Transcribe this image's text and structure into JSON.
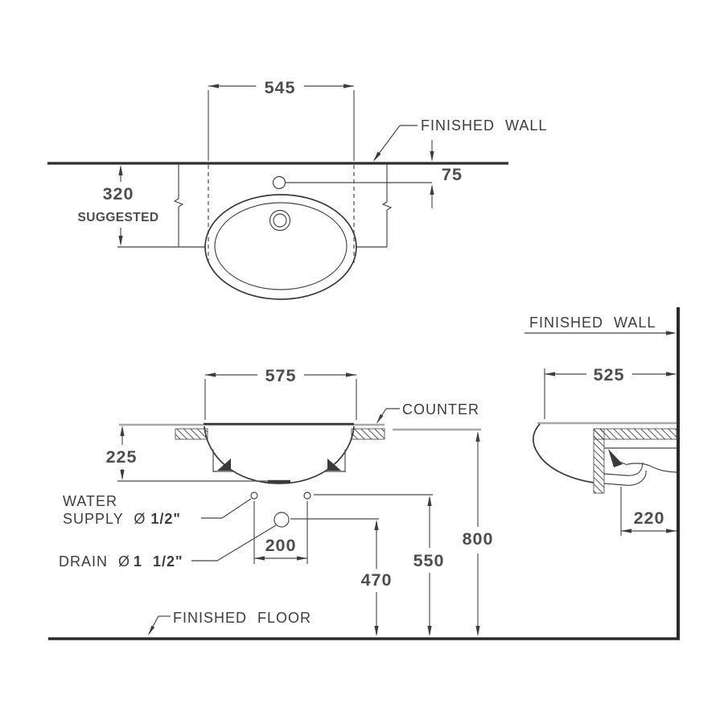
{
  "page": {
    "background": "#ffffff"
  },
  "colors": {
    "line": "#2e2e2e",
    "dim_text": "#4d4d4d",
    "counter_gray": "#a8a8a8"
  },
  "top_view": {
    "cutout_width": "545",
    "wall_label": "FINISHED WALL",
    "faucet_offset_from_wall": "75",
    "install_depth": "320",
    "install_depth_note": "SUGGESTED"
  },
  "front_view": {
    "basin_width": "575",
    "counter_label": "COUNTER",
    "basin_depth": "225",
    "water_supply_label_line1": "WATER",
    "water_supply_label_line2": "SUPPLY Ø",
    "water_supply_size": "1/2\"",
    "drain_label": "DRAIN Ø",
    "drain_size": "1 1/2\"",
    "supply_hole_spacing": "200",
    "drain_height": "470",
    "supply_height": "550",
    "counter_height": "800",
    "floor_label": "FINISHED FLOOR"
  },
  "side_view": {
    "wall_label": "FINISHED WALL",
    "counter_depth": "525",
    "trap_offset_from_wall": "220"
  }
}
